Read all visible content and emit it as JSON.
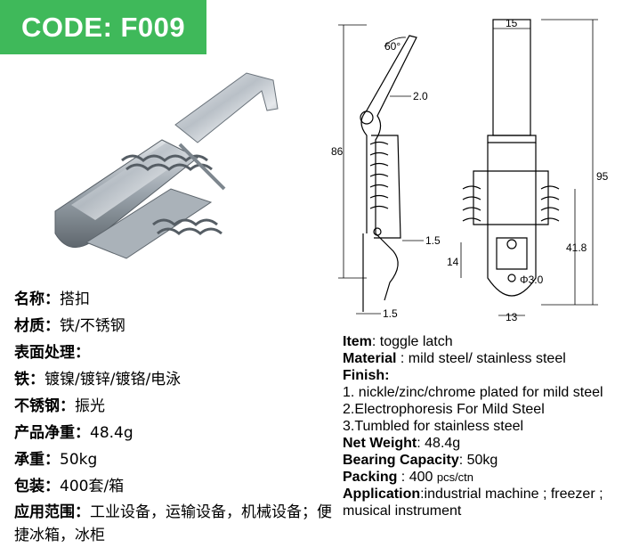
{
  "badge": {
    "code": "CODE: F009"
  },
  "drawing_labels": {
    "angle": "60°",
    "hook_thickness": "2.0",
    "height_side": "86",
    "pin_offset": "1.5",
    "base_thickness": "1.5",
    "top_width": "15",
    "height_total": "95",
    "spring_height": "41.8",
    "bottom_offset": "14",
    "hole_dia": "Φ3.0",
    "base_width": "13"
  },
  "cn": {
    "name_k": "名称：",
    "name_v": "搭扣",
    "material_k": "材质：",
    "material_v": "铁/不锈钢",
    "surface_k": "表面处理：",
    "iron_k": "铁：",
    "iron_v": "镀镍/镀锌/镀铬/电泳",
    "ss_k": "不锈钢：",
    "ss_v": "振光",
    "weight_k": "产品净重：",
    "weight_v": "48.4g",
    "load_k": "承重：",
    "load_v": "50kg",
    "pack_k": "包装：",
    "pack_v": "400套/箱",
    "app_k": "应用范围：",
    "app_v": "工业设备，运输设备，机械设备；便捷冰箱，冰柜"
  },
  "en": {
    "item_k": "Item",
    "item_v": ": toggle latch",
    "material_k": "Material",
    "material_v": " : mild steel/ stainless steel",
    "finish_k": "Finish",
    "finish_1": "1. nickle/zinc/chrome plated for mild steel",
    "finish_2": "2.Electrophoresis For Mild Steel",
    "finish_3": "3.Tumbled for stainless steel",
    "weight_k": "Net Weight",
    "weight_v": ": 48.4g",
    "load_k": "Bearing Capacity",
    "load_v": ": 50kg",
    "pack_k": "Packing",
    "pack_v1": " : 400 ",
    "pack_v2": "pcs/ctn",
    "app_k": "Application",
    "app_v": ":industrial machine ; freezer ; musical instrument"
  }
}
